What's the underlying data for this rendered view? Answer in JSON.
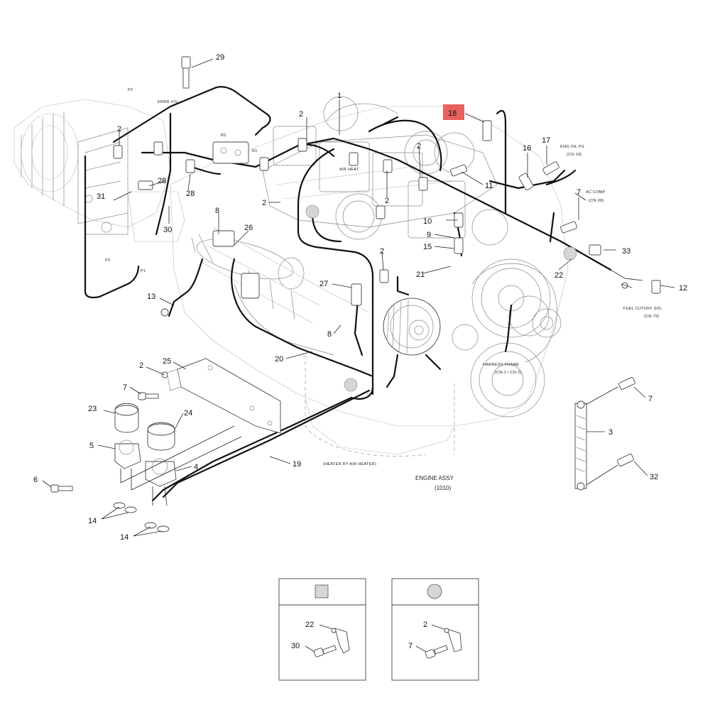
{
  "highlighted_callout": "18",
  "callouts": {
    "c1": "1",
    "c2a": "2",
    "c2b": "2",
    "c2c": "2",
    "c2d": "2",
    "c2e": "2",
    "c2f": "2",
    "c2g": "2",
    "c2h": "2",
    "c3": "3",
    "c4": "4",
    "c5": "5",
    "c6": "6",
    "c7a": "7",
    "c7b": "7",
    "c7c": "7",
    "c8a": "8",
    "c8b": "8",
    "c9": "9",
    "c10": "10",
    "c11": "11",
    "c12": "12",
    "c13": "13",
    "c14a": "14",
    "c14b": "14",
    "c15": "15",
    "c16": "16",
    "c17": "17",
    "c18": "18",
    "c19": "19",
    "c20": "20",
    "c21": "21",
    "c22": "22",
    "c23": "23",
    "c24": "24",
    "c25": "25",
    "c26": "26",
    "c27": "27",
    "c28a": "28",
    "c28b": "28",
    "c29": "29",
    "c30": "30",
    "c31": "31",
    "c32": "32",
    "c33": "33"
  },
  "labels": {
    "eng_oil_ps": "ENG OIL PS",
    "eng_oil_ps_code": "(CD-18)",
    "ac_comp": "AC COMP",
    "ac_comp_code": "(CN-28)",
    "fuel_cutoff": "FUEL CUTOFF SOL",
    "fuel_cutoff_code": "(CN-79)",
    "harness_frame": "HARNESS FRAME",
    "harness_frame_code": "(CN-1 / CN-2)",
    "air_heat": "AIR HEAT",
    "heater": "(HEATER RY-AIR HEATER)",
    "p2": "P2",
    "p3": "P3",
    "p1": "P1",
    "errr_vv": "ERRR V/V",
    "r2": "R2",
    "r1": "R1",
    "engine_assy": "ENGINE ASSY",
    "engine_assy_code": "(1010)"
  },
  "legend": {
    "square_panel": {
      "shape": "square",
      "parts": [
        "22",
        "30"
      ]
    },
    "circle_panel": {
      "shape": "circle",
      "parts": [
        "2",
        "7"
      ]
    }
  },
  "colors": {
    "highlight": "#e8615f",
    "marker_fill": "#d6d6d6"
  }
}
